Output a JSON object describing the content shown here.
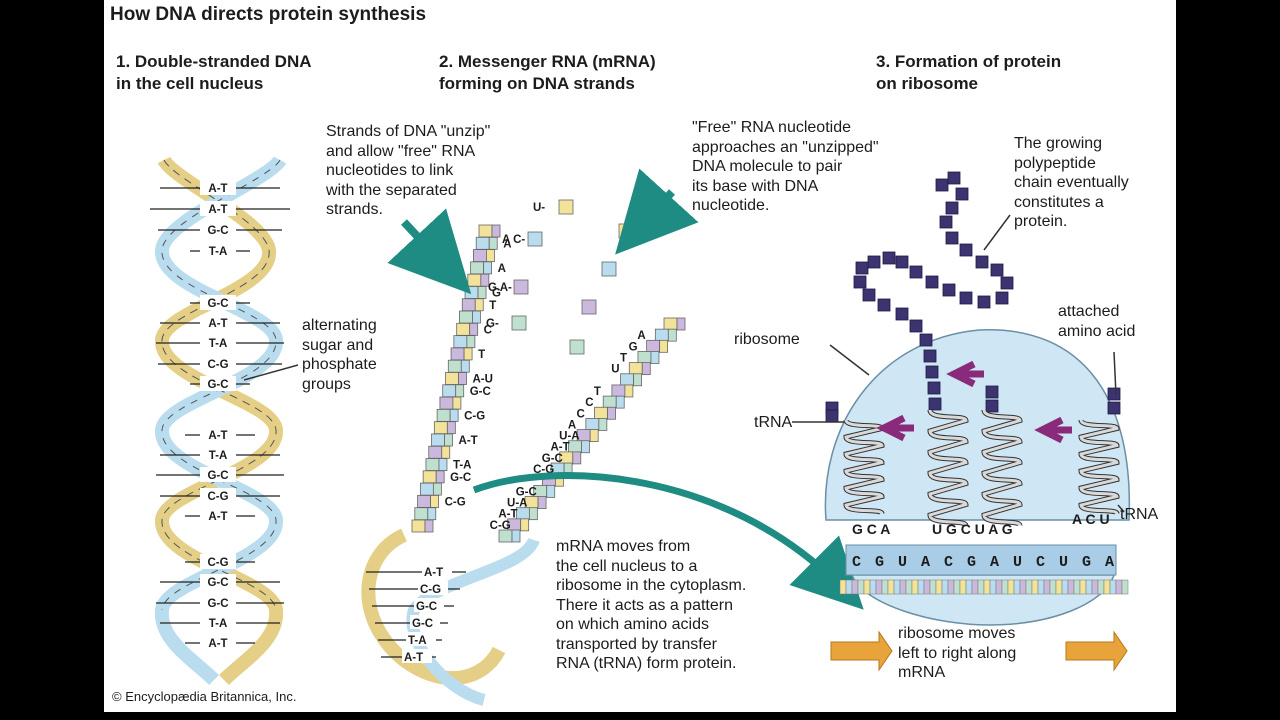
{
  "title": "How DNA directs protein synthesis",
  "steps": [
    {
      "label": "1. Double-stranded DNA\nin the cell nucleus"
    },
    {
      "label": "2. Messenger RNA (mRNA)\nforming on DNA strands"
    },
    {
      "label": "3. Formation of protein\non ribosome"
    }
  ],
  "annotations": {
    "unzip": "Strands of DNA \"unzip\"\nand allow \"free\" RNA\nnucleotides to link\nwith the separated\nstrands.",
    "free_nucleotide": "\"Free\" RNA nucleotide\napproaches an \"unzipped\"\nDNA molecule to pair\nits base with DNA\nnucleotide.",
    "polypeptide": "The growing\npolypeptide\nchain eventually\nconstitutes a\nprotein.",
    "sugar_phosphate": "alternating\nsugar and\nphosphate\ngroups",
    "mrna_moves": "mRNA moves from\nthe cell nucleus to a\nribosome in the cytoplasm.\nThere it acts as a pattern\non which amino acids\ntransported by transfer\nRNA (tRNA) form protein.",
    "ribosome": "ribosome",
    "attached_amino_acid": "attached\namino acid",
    "trna_left": "tRNA",
    "trna_right": "tRNA",
    "ribosome_moves": "ribosome moves\nleft to right along\nmRNA"
  },
  "dna_pairs": [
    "A-T",
    "A-T",
    "G-C",
    "T-A",
    "G-C",
    "A-T",
    "T-A",
    "C-G",
    "G-C",
    "A-T",
    "T-A",
    "G-C",
    "C-G",
    "A-T",
    "C-G",
    "G-C",
    "G-C",
    "T-A",
    "A-T"
  ],
  "left_strand_bases": [
    "A",
    "A",
    "G",
    "T",
    "C",
    "T",
    "A-U",
    "G-C",
    "C-G",
    "A-T",
    "T-A",
    "G-C",
    "C-G"
  ],
  "left_free_bases": [
    "U-",
    "A C-",
    "G A-",
    "G-"
  ],
  "right_strand_bases": [
    "A",
    "G",
    "T",
    "U",
    "T",
    "C",
    "C",
    "A",
    "U-A",
    "A-T",
    "G-C",
    "C-G",
    "G-C",
    "U-A",
    "A-T",
    "C-G"
  ],
  "bottom_helix_pairs": [
    "A-T",
    "C-G",
    "G-C",
    "G-C",
    "T-A",
    "A-T"
  ],
  "codons": {
    "left": "G C A",
    "middle": "U G C U A G",
    "right": "A C U"
  },
  "mrna_sequence": "CGUACGAUCUGA",
  "copyright": "© Encyclopædia Britannica, Inc.",
  "colors": {
    "teal_arrow": "#1f8c83",
    "purple_arrow": "#8a2a7a",
    "orange_arrow": "#e8a33a",
    "ribosome": "#cfe6f4",
    "polypeptide": "#3b3470",
    "strand_yellow": "#f3e39a",
    "strand_blue": "#b9dcef",
    "strand_purple": "#cbb8dd",
    "strand_green": "#bfe0cf"
  }
}
